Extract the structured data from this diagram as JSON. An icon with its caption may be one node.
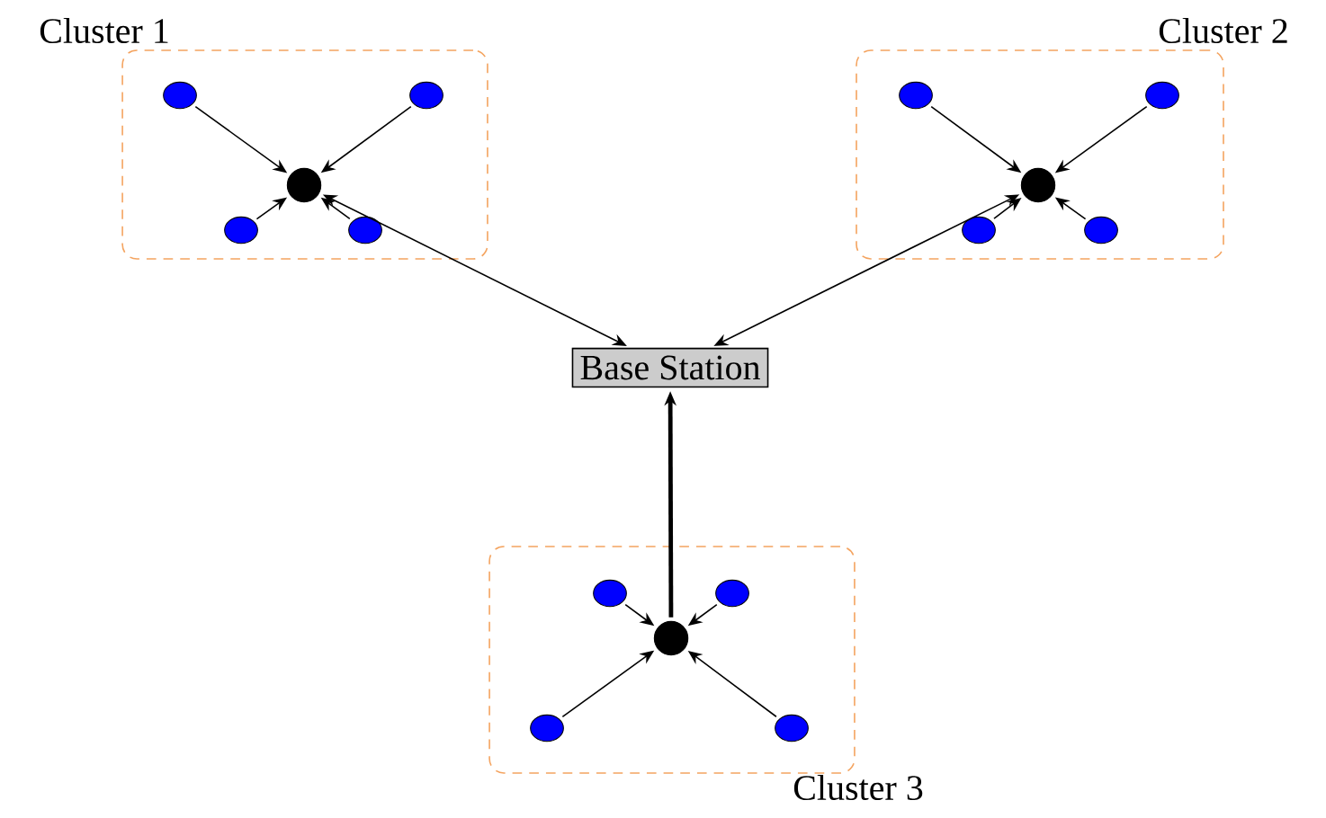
{
  "diagram": {
    "nodes": [
      {
        "text": [
          "Cluster 1"
        ]
      },
      {
        "text": [],
        "shape": "circle",
        "in": 0
      },
      {
        "text": [],
        "shape": "circle",
        "in": 0
      },
      {
        "text": [],
        "shape": "circle",
        "in": 0
      },
      {
        "text": [],
        "shape": "circle",
        "in": 0
      },
      {
        "text": [],
        "shape": "circle",
        "in": 0
      },
      {
        "text": [
          "Cluster 2"
        ]
      },
      {
        "text": [],
        "shape": "circle",
        "in": 6
      },
      {
        "text": [],
        "shape": "circle",
        "in": 6
      },
      {
        "text": [],
        "shape": "circle",
        "in": 6
      },
      {
        "text": [],
        "shape": "circle",
        "in": 6
      },
      {
        "text": [],
        "shape": "circle",
        "in": 6
      },
      {
        "text": [
          "Base Station"
        ]
      },
      {
        "text": [
          "Cluster 3"
        ]
      },
      {
        "text": [],
        "shape": "circle",
        "in": 13
      },
      {
        "text": [],
        "shape": "circle",
        "in": 13
      },
      {
        "text": [],
        "shape": "circle",
        "in": 13
      },
      {
        "text": [],
        "shape": "circle",
        "in": 13
      },
      {
        "text": [],
        "shape": "circle",
        "in": 13
      }
    ],
    "edges": [
      {
        "from": 2,
        "to": 1,
        "arrow": "to"
      },
      {
        "from": 3,
        "to": 1,
        "arrow": "to"
      },
      {
        "from": 4,
        "to": 1,
        "arrow": "to"
      },
      {
        "from": 5,
        "to": 1,
        "arrow": "to"
      },
      {
        "from": 8,
        "to": 7,
        "arrow": "to"
      },
      {
        "from": 9,
        "to": 7,
        "arrow": "to"
      },
      {
        "from": 10,
        "to": 7,
        "arrow": "to"
      },
      {
        "from": 11,
        "to": 7,
        "arrow": "to"
      },
      {
        "from": 15,
        "to": 14,
        "arrow": "to"
      },
      {
        "from": 16,
        "to": 14,
        "arrow": "to"
      },
      {
        "from": 17,
        "to": 14,
        "arrow": "to"
      },
      {
        "from": 18,
        "to": 14,
        "arrow": "to"
      },
      {
        "from": 1,
        "to": 12,
        "arrow": "both"
      },
      {
        "from": 7,
        "to": 12,
        "arrow": "both"
      },
      {
        "from": 14,
        "to": 12,
        "arrow": "to",
        "style": "thick"
      }
    ]
  }
}
